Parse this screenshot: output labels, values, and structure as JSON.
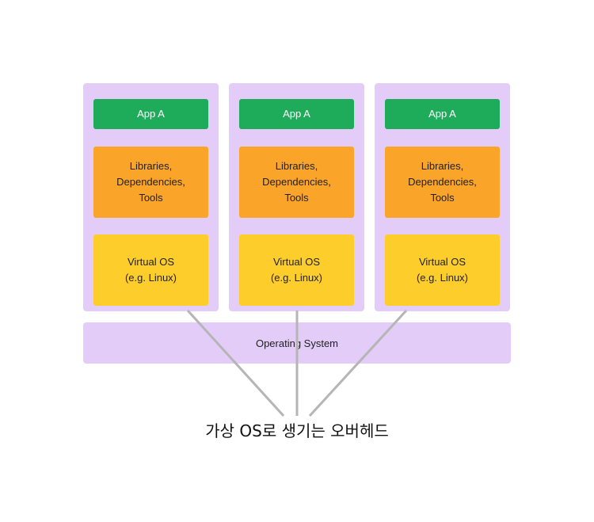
{
  "columns": [
    {
      "app": "App A",
      "libraries": "Libraries,\nDependencies,\nTools",
      "virtual_os": "Virtual OS\n(e.g. Linux)"
    },
    {
      "app": "App A",
      "libraries": "Libraries,\nDependencies,\nTools",
      "virtual_os": "Virtual OS\n(e.g. Linux)"
    },
    {
      "app": "App A",
      "libraries": "Libraries,\nDependencies,\nTools",
      "virtual_os": "Virtual OS\n(e.g. Linux)"
    }
  ],
  "operating_system": "Operating System",
  "caption": "가상 OS로 생기는 오버헤드",
  "colors": {
    "container": "#e3cdf8",
    "app": "#1fac5a",
    "libraries": "#fba42a",
    "virtual_os": "#fdcd2c",
    "connector": "#b5b5b5"
  }
}
